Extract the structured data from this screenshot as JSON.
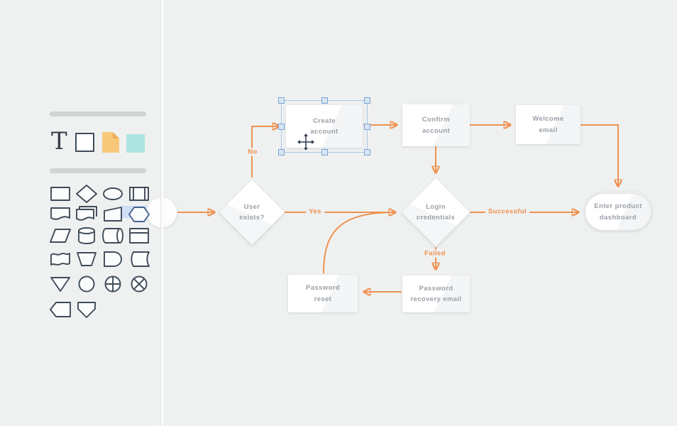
{
  "palette": {
    "tools": [
      {
        "name": "text-tool",
        "glyph": "T"
      },
      {
        "name": "shape-tool"
      },
      {
        "name": "note-tool"
      },
      {
        "name": "swatch-tool"
      }
    ],
    "shape_items": [
      "rectangle",
      "diamond",
      "ellipse",
      "predefined-process",
      "document",
      "multi-document",
      "card",
      "hexagon",
      "parallelogram",
      "database-cylinder",
      "horizontal-cylinder",
      "internal-storage",
      "flag",
      "inverted-trapezoid",
      "delay",
      "stored-data",
      "merge-triangle",
      "connector-circle",
      "or-junction",
      "summing-junction",
      "off-page-connector",
      "pentagon-down"
    ],
    "hovered_shape": "hexagon"
  },
  "flow": {
    "nodes": {
      "start": {
        "label": ""
      },
      "user_exists": {
        "label": "User exists?"
      },
      "create_account": {
        "label": "Create account",
        "selected": true
      },
      "confirm_account": {
        "label": "Confirm account"
      },
      "welcome_email": {
        "label": "Welcome email"
      },
      "login_credentials": {
        "label": "Login credentials"
      },
      "enter_dashboard": {
        "label": "Enter product dashboard"
      },
      "password_recovery": {
        "label": "Password recovery email"
      },
      "password_reset": {
        "label": "Password reset"
      }
    },
    "edge_labels": {
      "no": "No",
      "yes": "Yes",
      "successful": "Successful",
      "failed": "Failed"
    }
  },
  "colors": {
    "canvas_bg": "#eff1f1",
    "connector_orange": "#ef9251",
    "edge_label_orange": "#ef8f4e",
    "node_text_gray": "#9aa1a8",
    "shape_stroke": "#3f4b57",
    "selection_blue": "#78a3d4",
    "hover_bar_blue": "#cfe0f4",
    "note_yellow": "#f7c87a",
    "note_fold": "#eaaf5c",
    "swatch_teal": "#ade4e1",
    "divider_gray": "#d2d3d3"
  }
}
